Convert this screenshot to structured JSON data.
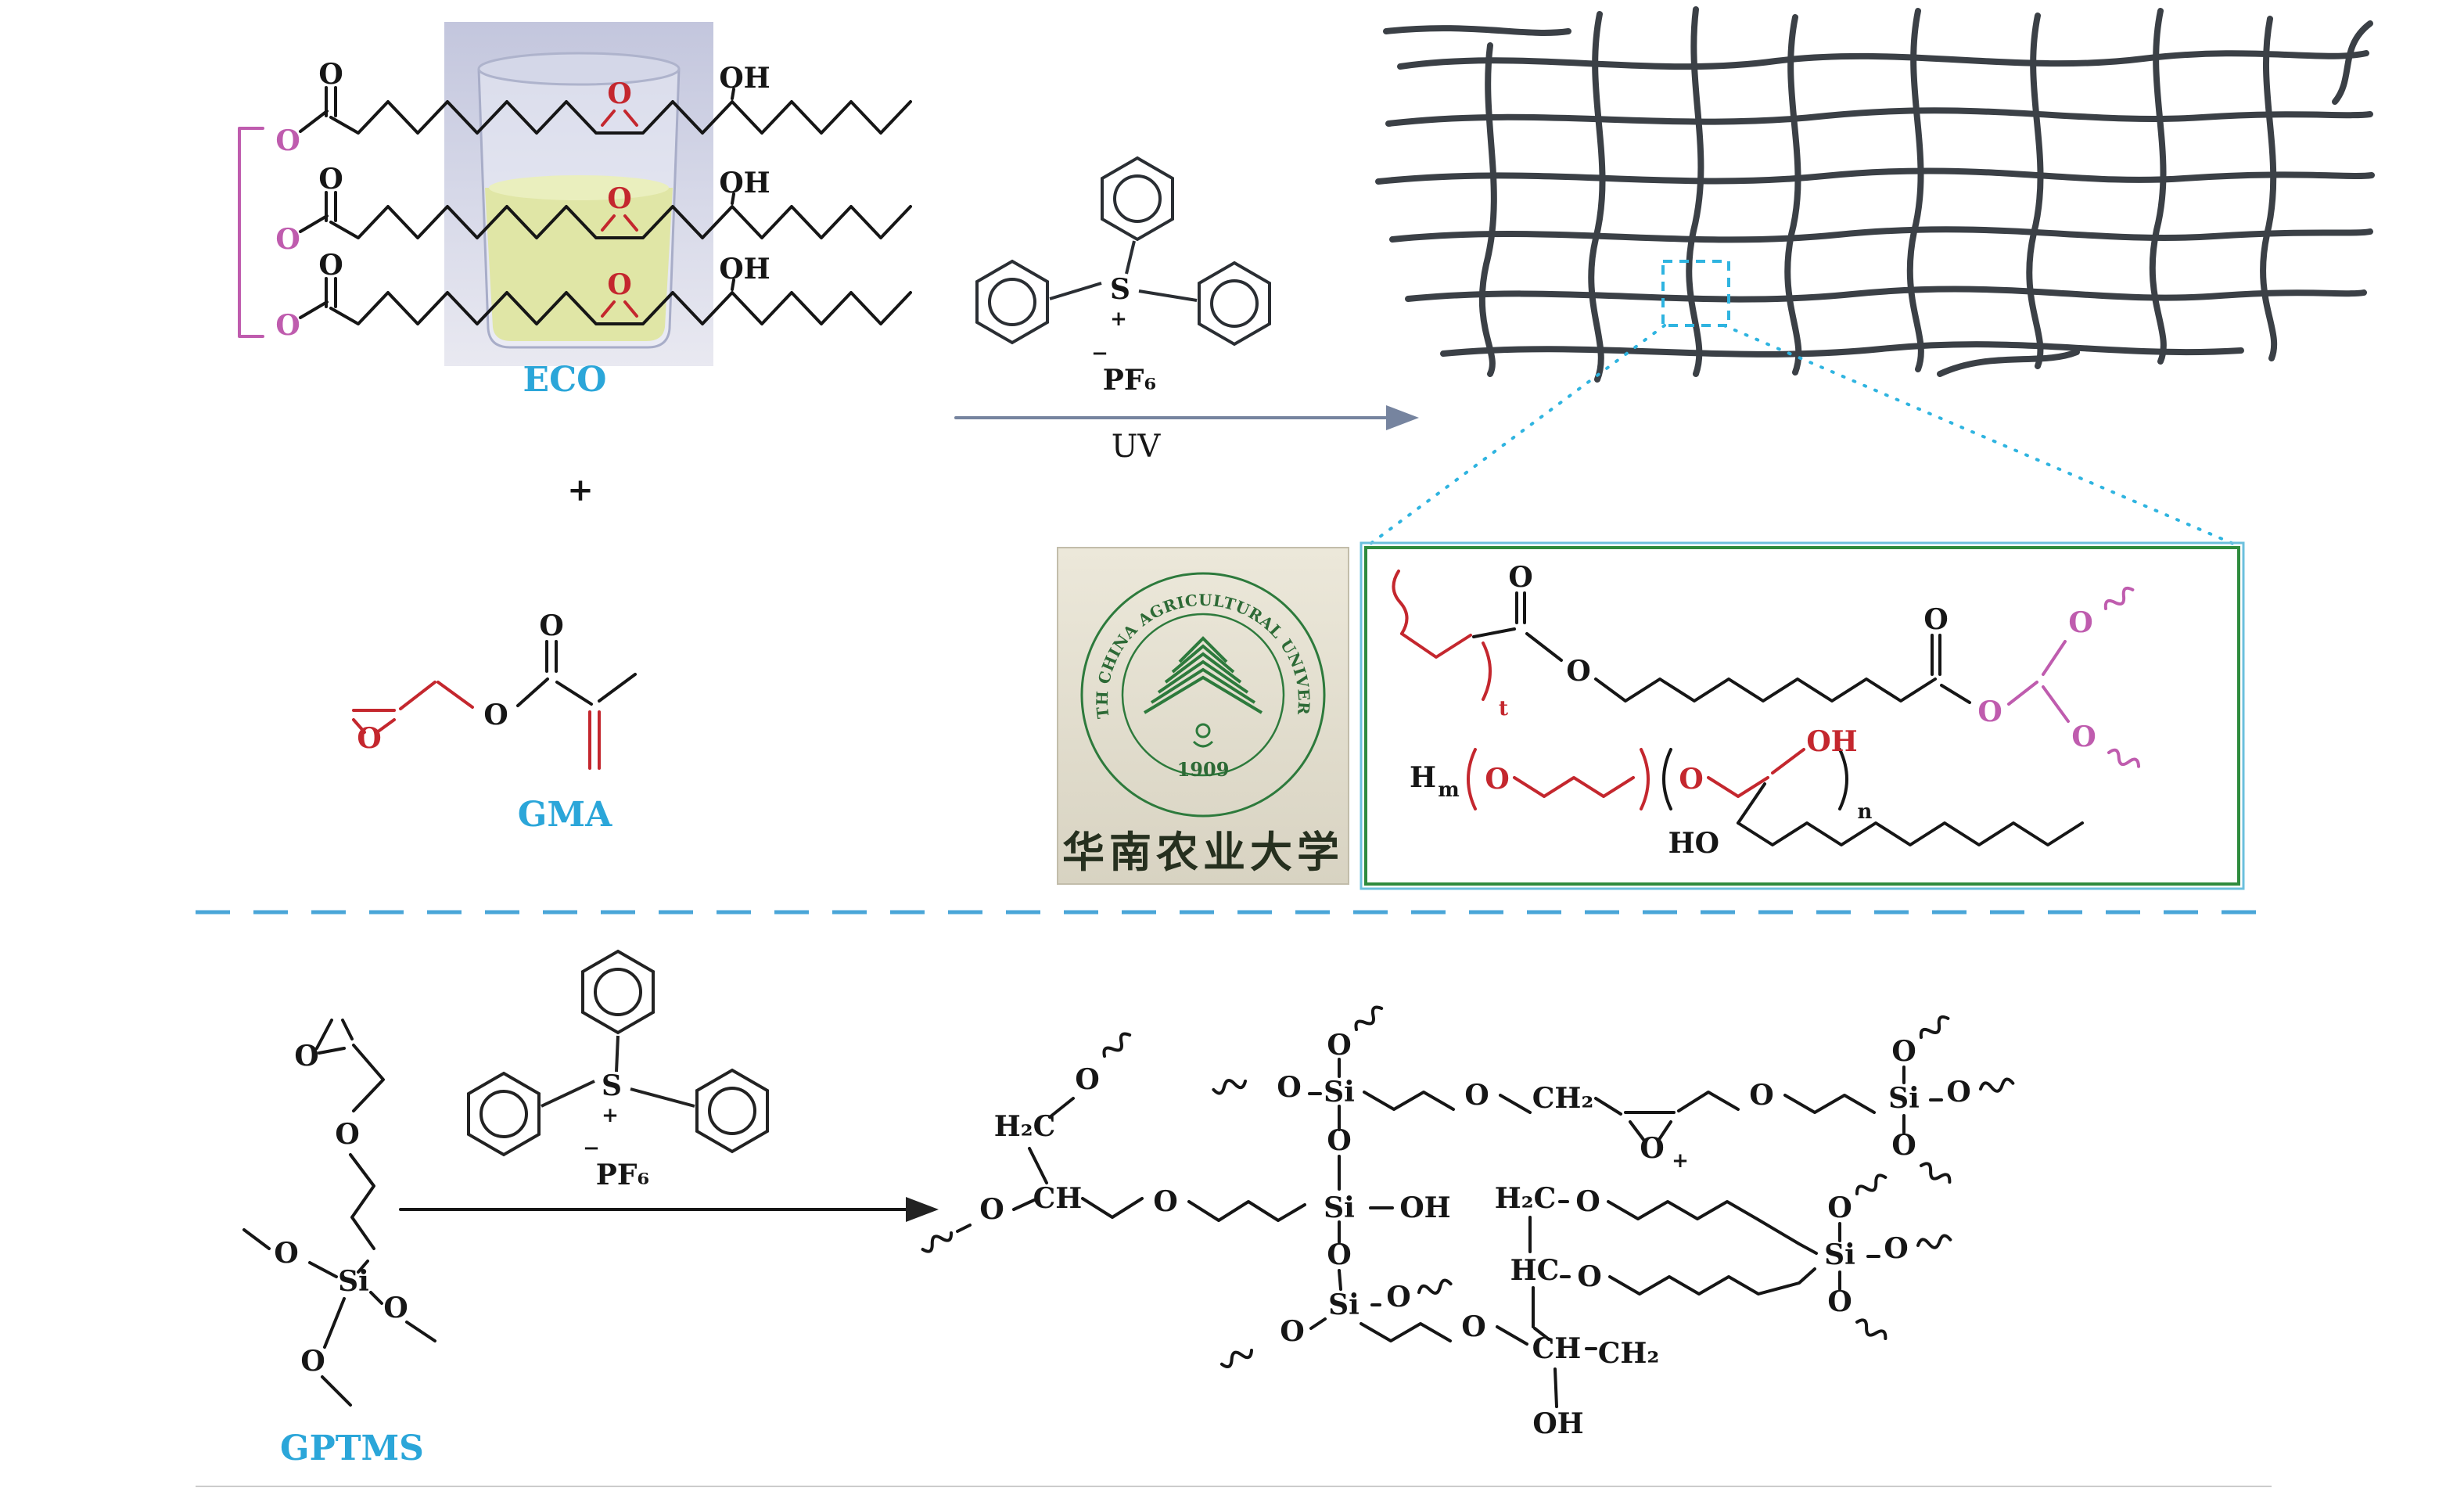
{
  "figure": {
    "top": {
      "eco_label": "ECO",
      "plus_sign": "+",
      "gma_label": "GMA",
      "uv_label": "UV",
      "photoinitiator": {
        "sulfur": "S",
        "sulfur_charge": "+",
        "anion": "PF₆",
        "anion_charge": "−"
      },
      "eco_atoms": {
        "ester_o_1": "O",
        "ester_o_2": "O",
        "ester_o_3": "O",
        "carbonyl_o_1": "O",
        "carbonyl_o_2": "O",
        "carbonyl_o_3": "O",
        "epoxide_o_1": "O",
        "epoxide_o_2": "O",
        "epoxide_o_3": "O",
        "hydroxyl_1": "OH",
        "hydroxyl_2": "OH",
        "hydroxyl_3": "OH"
      },
      "gma_atoms": {
        "epoxide_o": "O",
        "carbonyl_o": "O",
        "ester_o": "O"
      }
    },
    "logo": {
      "arc_text": "SOUTH CHINA AGRICULTURAL UNIVERSITY",
      "year": "1909",
      "chinese_name": "华南农业大学"
    },
    "zoom_structure": {
      "atoms": {
        "carbonyl_o_1": "O",
        "ester_o_1": "O",
        "h_base": "H",
        "h_sub": "m",
        "ether_o_1": "O",
        "ether_o_2": "O",
        "hydroxyl_red": "OH",
        "hydroxyl_black": "HO",
        "carbonyl_o_2": "O",
        "ester_o_2": "O",
        "glyceryl_o_1": "O",
        "glyceryl_o_2": "O"
      },
      "subscript_t": "t",
      "subscript_n": "n"
    },
    "bottom": {
      "gptms_label": "GPTMS",
      "photoinitiator": {
        "sulfur": "S",
        "sulfur_charge": "+",
        "anion": "PF₆",
        "anion_charge": "−"
      },
      "gptms_atoms": {
        "epoxide_o": "O",
        "ether_o": "O",
        "si": "Si",
        "methoxy_o_1": "O",
        "methoxy_o_2": "O",
        "methoxy_o_3": "O"
      },
      "network_atoms": {
        "o_tl": "O",
        "h2c_left": "H₂C",
        "ch_left": "CH",
        "o_left": "O",
        "o_chain_1": "O",
        "si_mid": "Si",
        "si_mid_oh": "OH",
        "si_top": "Si",
        "o_top": "O",
        "o_top_left": "O",
        "o_top_below": "O",
        "o_chain_2": "O",
        "ch2_top": "CH₂",
        "epoxide_o": "O",
        "epoxide_charge": "+",
        "o_chain_3": "O",
        "si_right": "Si",
        "o_right_top": "O",
        "o_right_side": "O",
        "o_right_bottom": "O",
        "h2c_mid": "H₂C",
        "o_mid_1": "O",
        "hc_mid": "HC",
        "o_mid_2": "O",
        "o_col": "O",
        "si_low": "Si",
        "o_low_right": "O",
        "o_low_left": "O",
        "o_chain_4": "O",
        "ch_bottom": "CH",
        "ch2_bottom": "CH₂",
        "oh_bottom": "OH",
        "si_br": "Si",
        "o_br_top": "O",
        "o_br_side": "O",
        "o_br_bottom": "O"
      }
    }
  }
}
